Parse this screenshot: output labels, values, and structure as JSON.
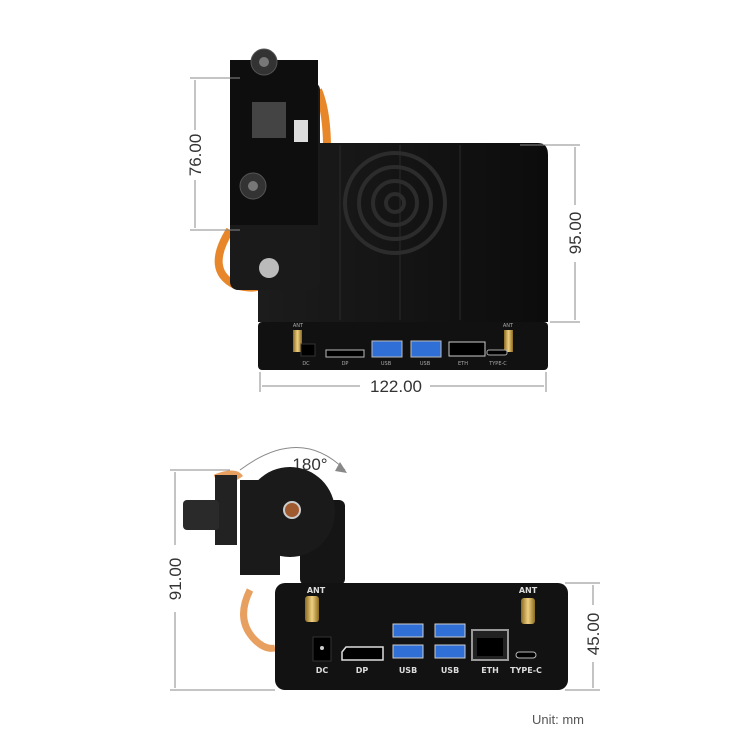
{
  "top_view": {
    "dimensions": {
      "camera_height": "76.00",
      "case_depth": "95.00",
      "case_width": "122.00"
    },
    "ports": {
      "ant_left": "ANT",
      "dc": "DC",
      "dp": "DP",
      "usb1": "USB",
      "usb2": "USB",
      "eth": "ETH",
      "type_c": "TYPE-C",
      "ant_right": "ANT"
    }
  },
  "front_view": {
    "rotation_label": "180°",
    "dimensions": {
      "total_height": "91.00",
      "case_height": "45.00"
    },
    "ports": {
      "ant_left": "ANT",
      "dc": "DC",
      "dp": "DP",
      "usb1": "USB",
      "usb2": "USB",
      "eth": "ETH",
      "type_c": "TYPE-C",
      "ant_right": "ANT"
    }
  },
  "unit_label": "Unit: mm",
  "colors": {
    "case": "#141414",
    "usb_blue": "#2f6fd6",
    "antenna_gold": "#c9a24a",
    "ribbon": "#e8872a"
  }
}
